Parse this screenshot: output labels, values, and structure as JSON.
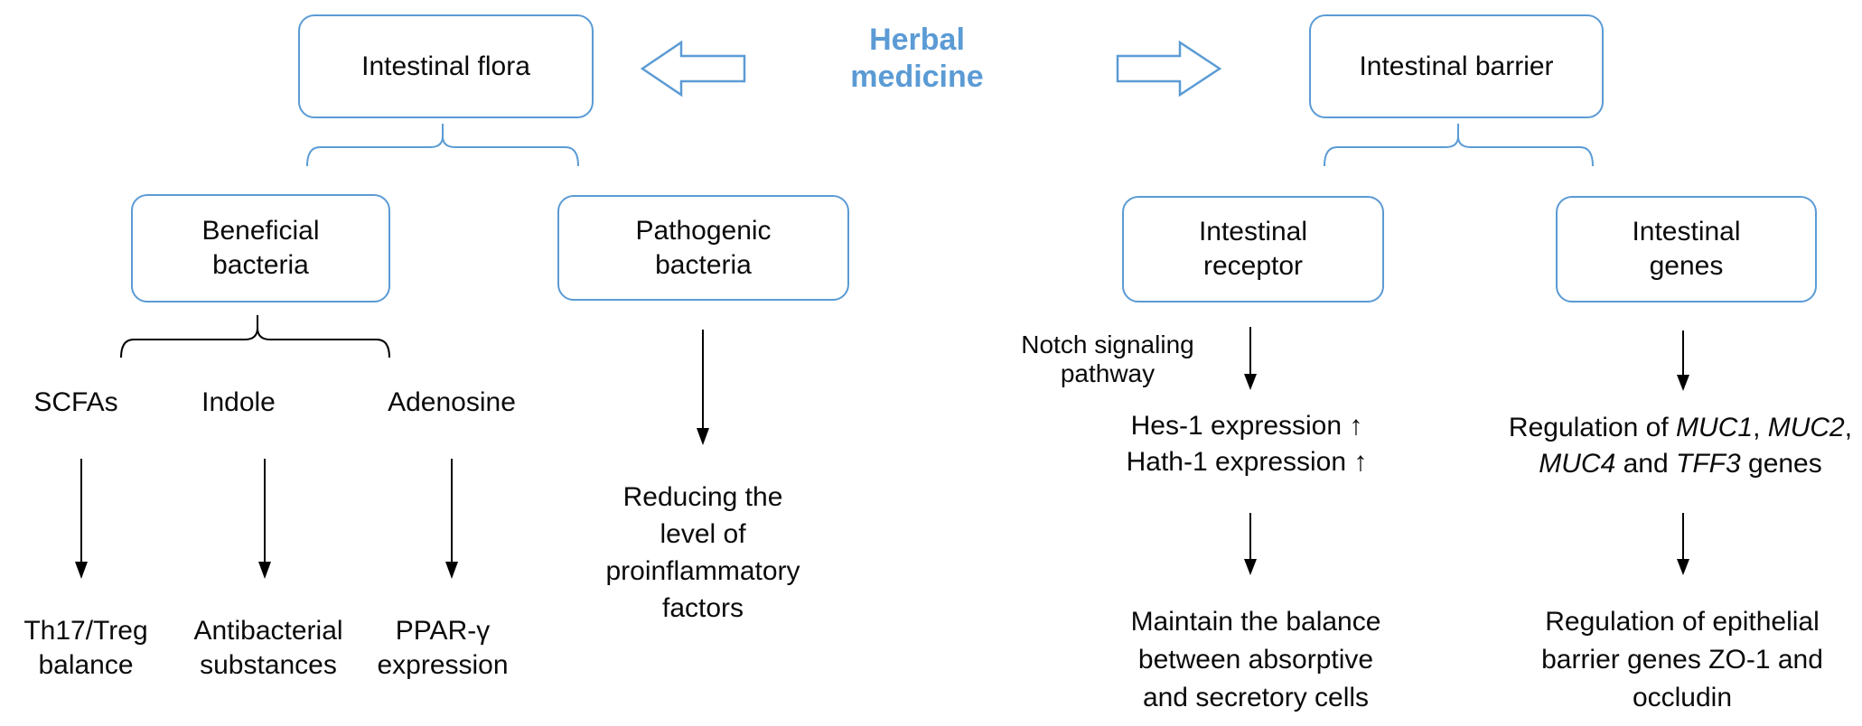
{
  "palette": {
    "accent_blue": "#5B9BD5",
    "text_black": "#0a0a0a",
    "background": "#ffffff"
  },
  "title": {
    "text": "Herbal\nmedicine"
  },
  "icons": {
    "left_arrow": "block-arrow-left",
    "right_arrow": "block-arrow-right"
  },
  "top": {
    "flora_box": "Intestinal flora",
    "barrier_box": "Intestinal barrier"
  },
  "flora": {
    "beneficial": {
      "box": "Beneficial\nbacteria",
      "children": [
        "SCFAs",
        "Indole",
        "Adenosine"
      ],
      "outcomes": [
        "Th17/Treg\nbalance",
        "Antibacterial\nsubstances",
        "PPAR-γ\nexpression"
      ]
    },
    "pathogenic": {
      "box": "Pathogenic\nbacteria",
      "outcome": "Reducing the\nlevel of\nproinflammatory\nfactors"
    }
  },
  "barrier": {
    "receptor": {
      "box": "Intestinal\nreceptor",
      "pathway_label": "Notch signaling\npathway",
      "step1": "Hes-1 expression ↑\nHath-1 expression ↑",
      "outcome": "Maintain the balance\nbetween absorptive\nand secretory cells"
    },
    "genes": {
      "box": "Intestinal\ngenes",
      "step1_segments": [
        {
          "text": "Regulation of ",
          "italic": false
        },
        {
          "text": "MUC1",
          "italic": true
        },
        {
          "text": ", ",
          "italic": false
        },
        {
          "text": "MUC2",
          "italic": true
        },
        {
          "text": ",\n",
          "italic": false
        },
        {
          "text": "MUC4",
          "italic": true
        },
        {
          "text": " and ",
          "italic": false
        },
        {
          "text": "TFF3",
          "italic": true
        },
        {
          "text": " genes",
          "italic": false
        }
      ],
      "outcome": "Regulation of epithelial\nbarrier genes ZO-1 and\noccludin"
    }
  }
}
